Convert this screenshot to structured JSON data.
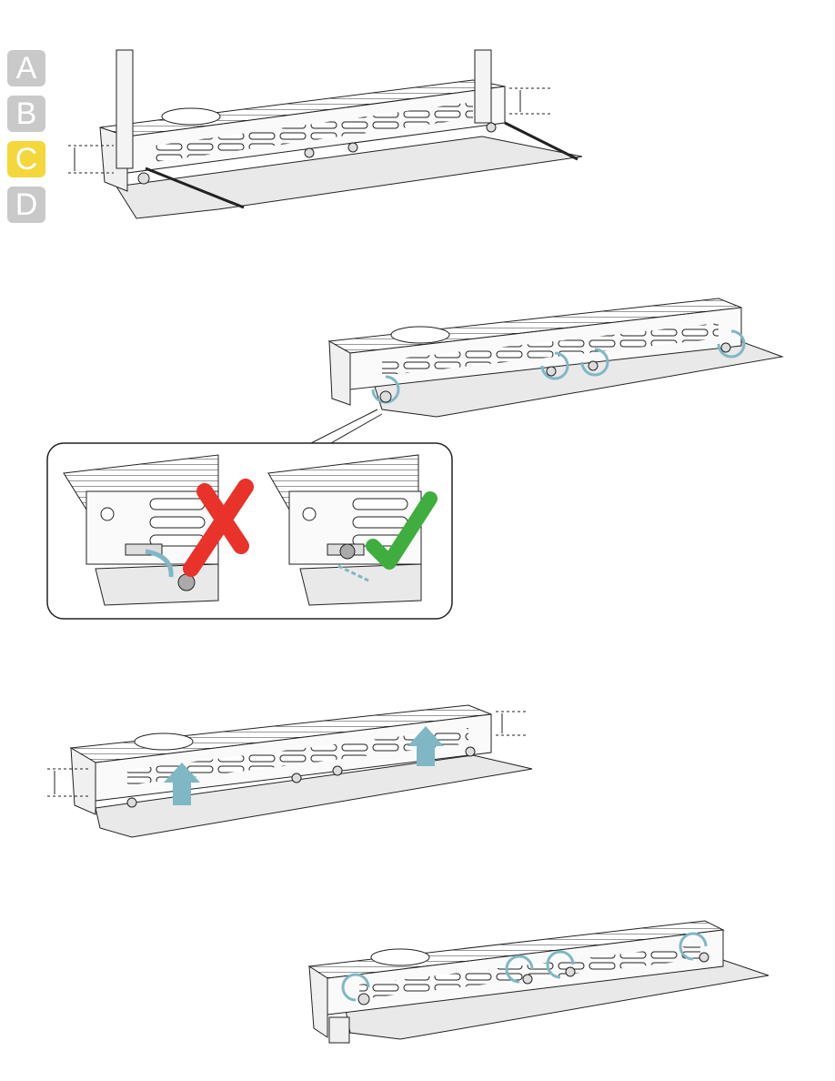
{
  "step_tabs": [
    {
      "label": "A",
      "active": false
    },
    {
      "label": "B",
      "active": false
    },
    {
      "label": "C",
      "active": true
    },
    {
      "label": "D",
      "active": false
    }
  ],
  "colors": {
    "active_tab": "#f4d73b",
    "inactive_tab": "#c9c9c9",
    "rotate_arrow": "#7fb8c4",
    "wrong_mark": "#e8322a",
    "right_mark": "#3fae3f",
    "lift_arrow": "#7fb8c4"
  },
  "icons": {
    "wrong": "x-mark-icon",
    "right": "check-mark-icon",
    "rotate": "rotate-arrow-icon",
    "lift": "up-arrow-icon"
  }
}
